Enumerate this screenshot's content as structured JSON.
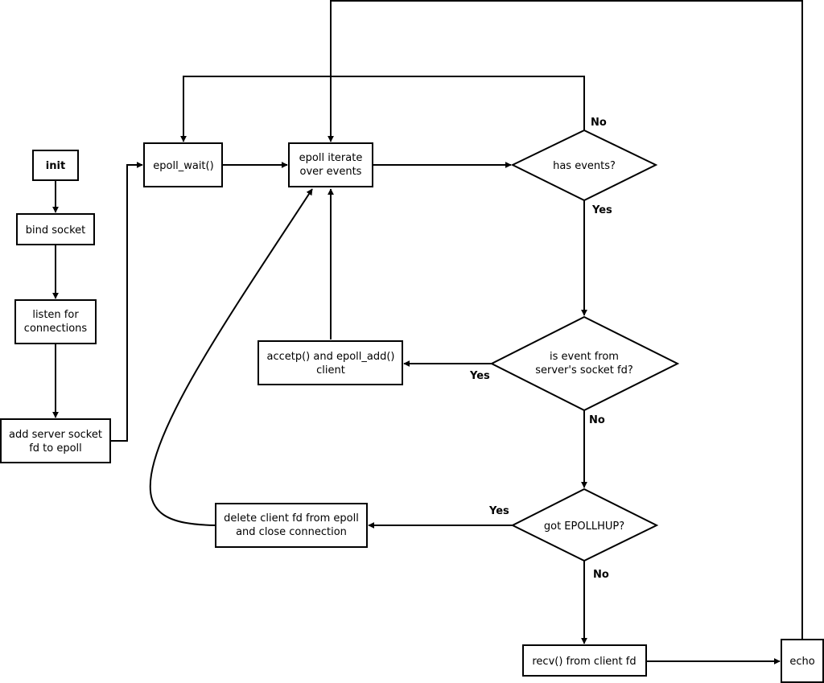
{
  "diagram": {
    "nodes": {
      "init": "init",
      "bind_socket": "bind socket",
      "listen": [
        "listen for",
        "connections"
      ],
      "add_server": [
        "add server socket",
        "fd to epoll"
      ],
      "epoll_wait": "epoll_wait()",
      "epoll_iterate": [
        "epoll iterate",
        "over events"
      ],
      "has_events": "has events?",
      "is_server_event": [
        "is event from",
        "server's socket fd?"
      ],
      "accept": [
        "accetp() and epoll_add()",
        "client"
      ],
      "got_epollhup": "got EPOLLHUP?",
      "delete_client": [
        "delete client fd from epoll",
        "and close connection"
      ],
      "recv": "recv() from client  fd",
      "echo": "echo"
    },
    "edge_labels": {
      "has_events_no": "No",
      "has_events_yes": "Yes",
      "server_event_yes": "Yes",
      "server_event_no": "No",
      "epollhup_yes": "Yes",
      "epollhup_no": "No"
    }
  }
}
